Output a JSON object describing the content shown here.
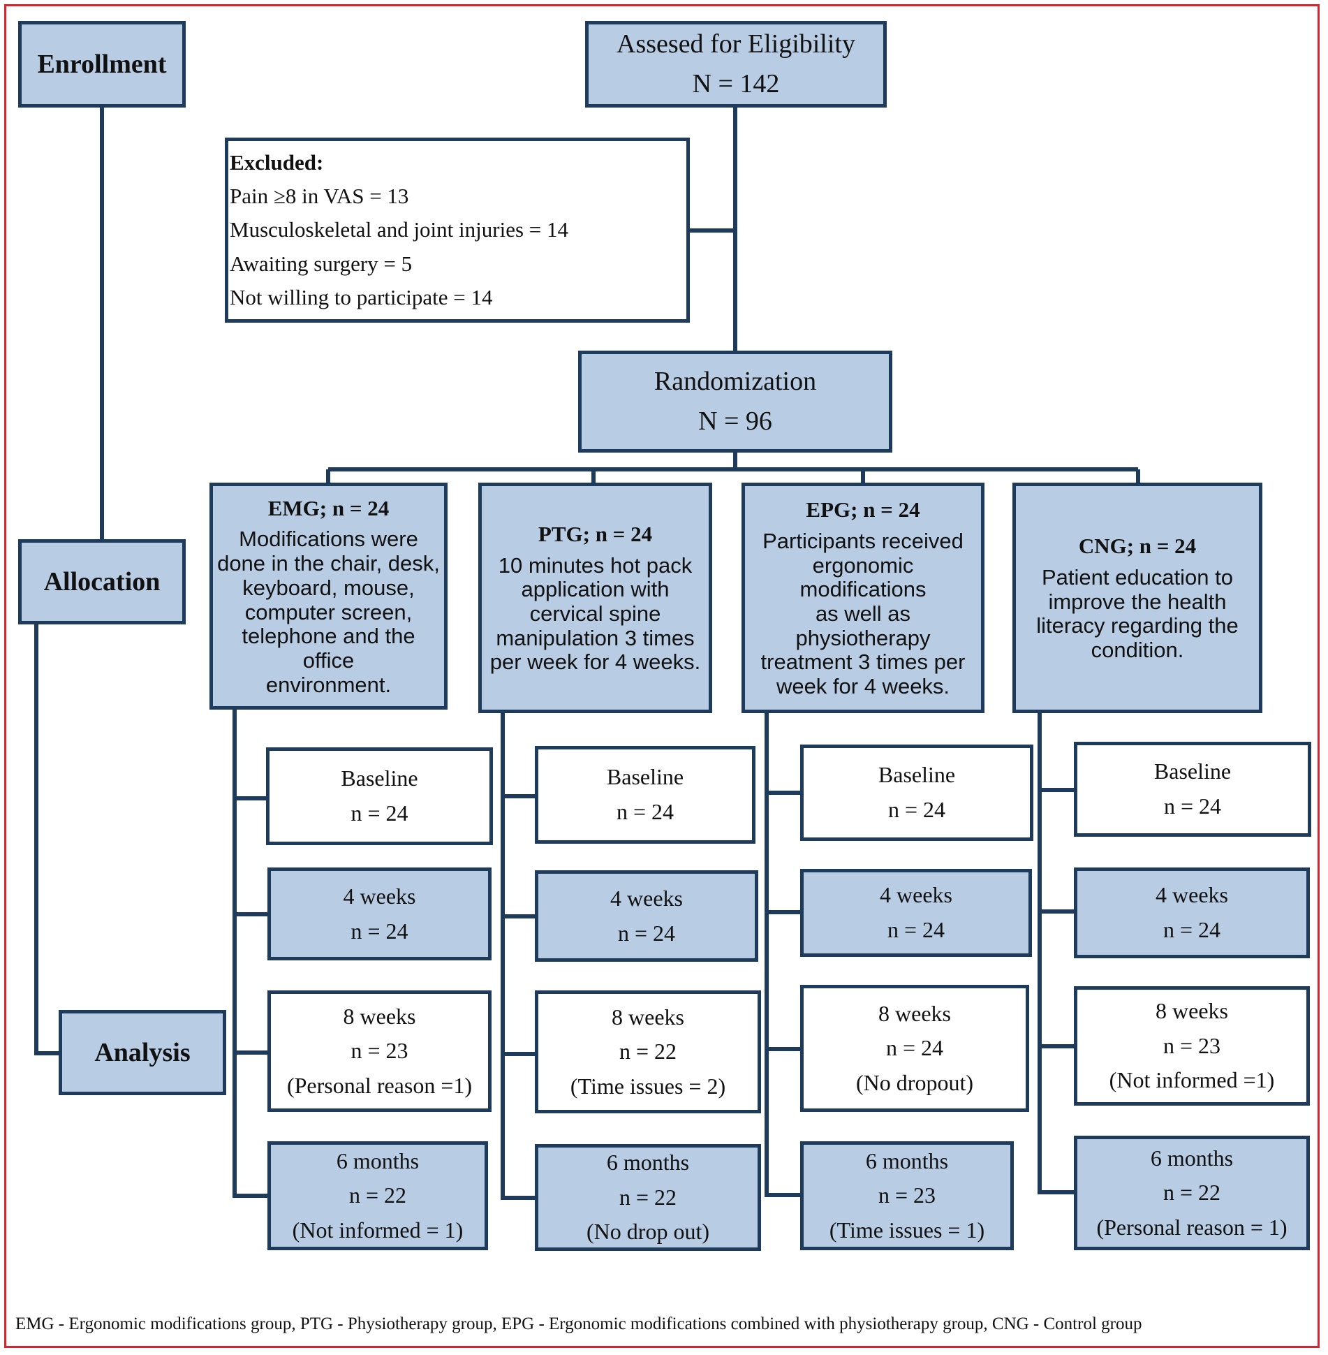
{
  "stages": {
    "enrollment": "Enrollment",
    "allocation": "Allocation",
    "analysis": "Analysis"
  },
  "eligibility": {
    "line1": "Assesed for Eligibility",
    "line2": "N = 142"
  },
  "excluded": {
    "heading": "Excluded:",
    "items": [
      "Pain ≥8 in VAS = 13",
      "Musculoskeletal and joint injuries = 14",
      "Awaiting surgery = 5",
      "Not willing to participate = 14"
    ]
  },
  "randomization": {
    "line1": "Randomization",
    "line2": "N = 96"
  },
  "groups": [
    {
      "title": "EMG; n = 24",
      "description": [
        " Modifications were",
        "done in the chair, desk,",
        "keyboard, mouse,",
        "computer screen,",
        "telephone and the office",
        "environment."
      ],
      "timepoints": [
        {
          "label": "Baseline",
          "n": "n = 24",
          "note": ""
        },
        {
          "label": "4 weeks",
          "n": "n = 24",
          "note": ""
        },
        {
          "label": "8 weeks",
          "n": "n = 23",
          "note": "(Personal reason =1)"
        },
        {
          "label": "6 months",
          "n": "n = 22",
          "note": "(Not informed = 1)"
        }
      ]
    },
    {
      "title": "PTG; n = 24",
      "description": [
        "10 minutes hot pack",
        "application with",
        "cervical spine",
        "manipulation 3 times",
        "per week for 4 weeks."
      ],
      "timepoints": [
        {
          "label": "Baseline",
          "n": "n = 24",
          "note": ""
        },
        {
          "label": "4 weeks",
          "n": "n = 24",
          "note": ""
        },
        {
          "label": "8 weeks",
          "n": "n = 22",
          "note": "(Time issues = 2)"
        },
        {
          "label": "6 months",
          "n": "n = 22",
          "note": "(No drop out)"
        }
      ]
    },
    {
      "title": "EPG; n = 24",
      "description": [
        "Participants received",
        "ergonomic modifications",
        "as well as physiotherapy",
        "treatment 3 times per",
        "week for 4 weeks."
      ],
      "timepoints": [
        {
          "label": "Baseline",
          "n": "n = 24",
          "note": ""
        },
        {
          "label": "4 weeks",
          "n": "n = 24",
          "note": ""
        },
        {
          "label": "8 weeks",
          "n": "n = 24",
          "note": "(No dropout)"
        },
        {
          "label": "6 months",
          "n": "n = 23",
          "note": "(Time issues = 1)"
        }
      ]
    },
    {
      "title": "CNG; n = 24",
      "description": [
        "Patient education to",
        "improve the health",
        "literacy regarding the",
        "condition."
      ],
      "timepoints": [
        {
          "label": "Baseline",
          "n": "n = 24",
          "note": ""
        },
        {
          "label": "4 weeks",
          "n": "n = 24",
          "note": ""
        },
        {
          "label": "8 weeks",
          "n": "n = 23",
          "note": "(Not informed =1)"
        },
        {
          "label": "6 months",
          "n": "n = 22",
          "note": "(Personal reason = 1)"
        }
      ]
    }
  ],
  "footnote": "EMG - Ergonomic modifications group, PTG - Physiotherapy group, EPG - Ergonomic modifications combined with physiotherapy group, CNG - Control group",
  "colors": {
    "box_fill": "#b8cce4",
    "border": "#1f3b5c",
    "frame": "#d9232e"
  }
}
